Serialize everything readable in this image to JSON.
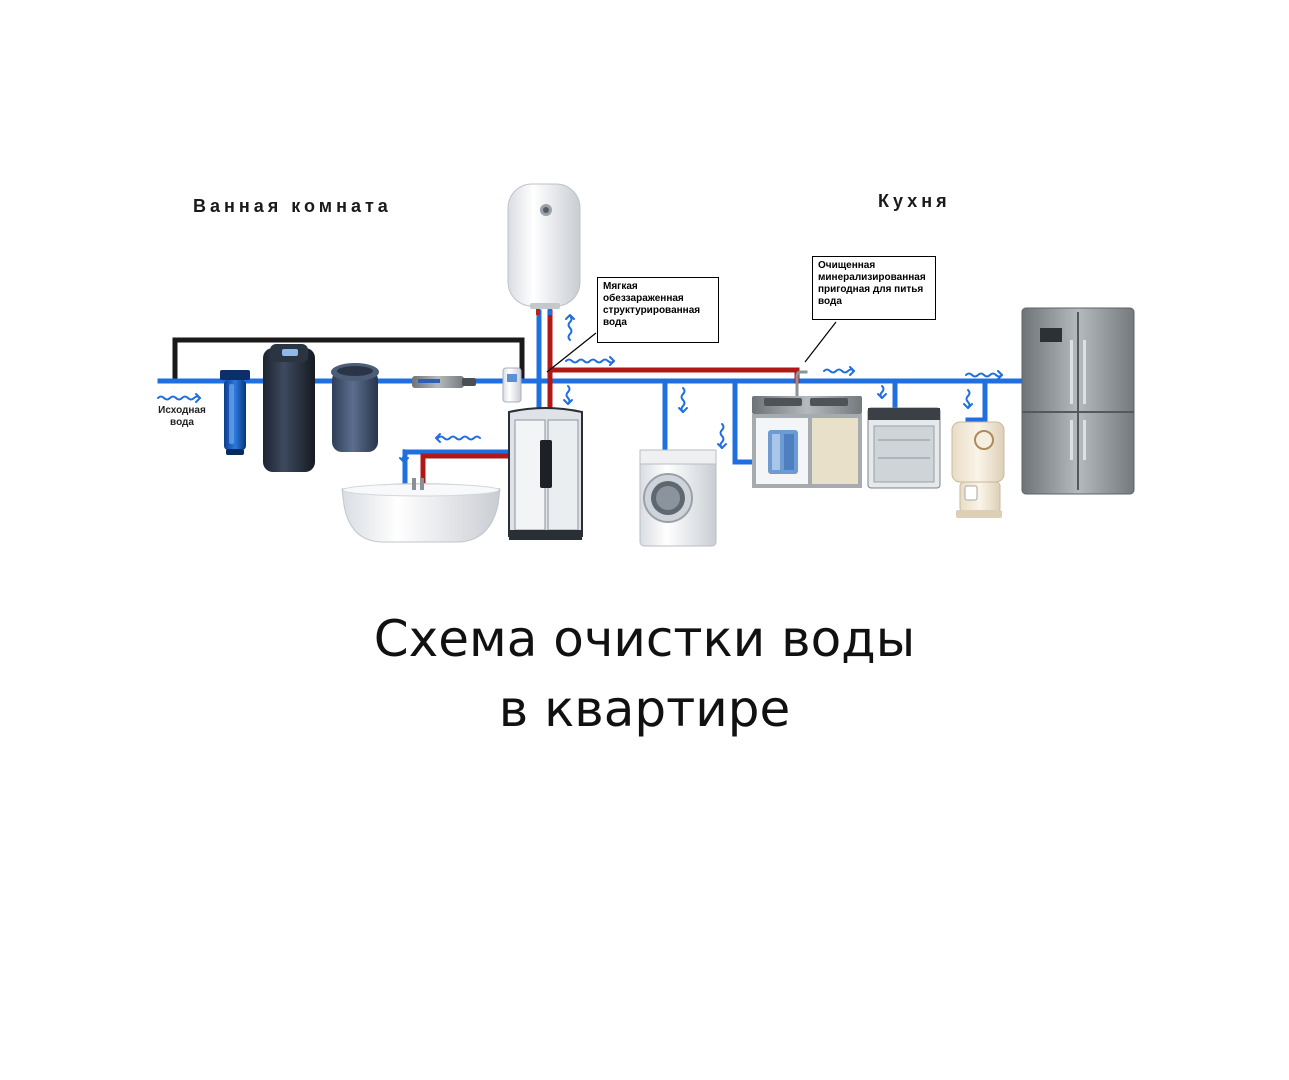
{
  "rooms": {
    "bathroom": "Ванная комната",
    "kitchen": "Кухня"
  },
  "source_label": [
    "Исходная",
    "вода"
  ],
  "callouts": {
    "soft_water": [
      "Мягкая",
      "обеззараженная",
      "структурированная",
      "вода"
    ],
    "drinking_water": [
      "Очищенная",
      "минерализированная",
      "пригодная для питья",
      "вода"
    ]
  },
  "caption": {
    "line1": "Схема очистки воды",
    "line2": "в квартире"
  },
  "colors": {
    "cold_pipe": "#1f6fe0",
    "hot_pipe": "#b01818",
    "bypass_pipe": "#1a1a1a"
  },
  "icons": [
    "prefilter-icon",
    "softener-icon",
    "brine-tank-icon",
    "uv-sterilizer-icon",
    "structurizer-icon",
    "water-heater-icon",
    "bathtub-icon",
    "shower-cabin-icon",
    "washing-machine-icon",
    "kitchen-sink-icon",
    "ro-filter-icon",
    "dishwasher-icon",
    "coffee-machine-icon",
    "refrigerator-icon"
  ]
}
